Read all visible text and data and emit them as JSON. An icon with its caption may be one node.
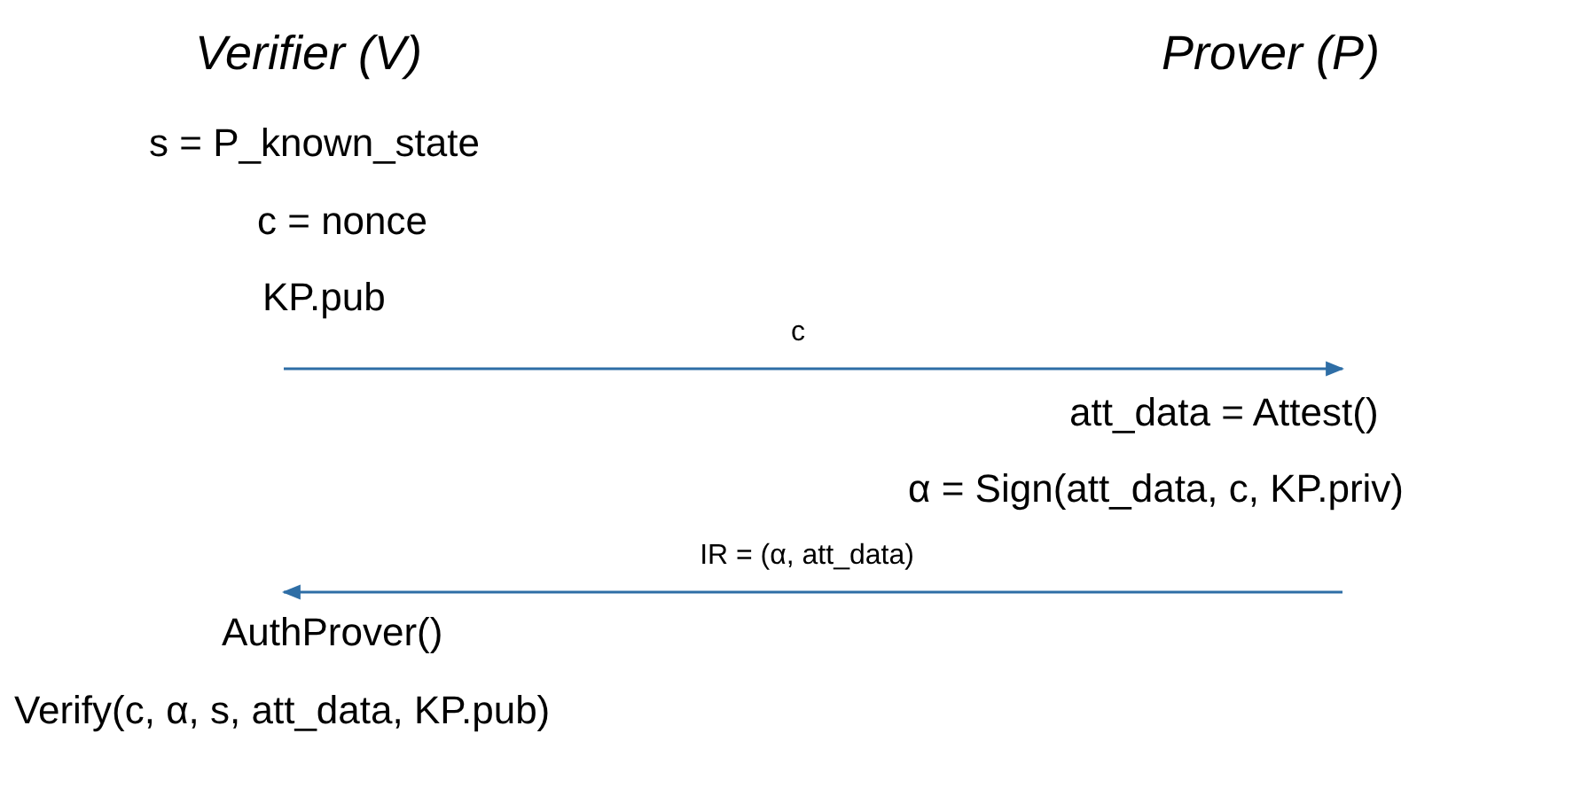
{
  "diagram": {
    "nodes": [
      {
        "text": [
          "att_data = Attest()"
        ]
      },
      {
        "text": [
          "AuthProver()"
        ]
      }
    ],
    "edges": [
      {
        "from": null,
        "to": 0,
        "arrow": "to",
        "label": "c"
      },
      {
        "from": null,
        "to": 1,
        "arrow": "to",
        "label": "IR = (α, att_data)"
      }
    ],
    "labels": [
      "Verifier (V)",
      "Prover (P)",
      "s = P_known_state",
      "c = nonce",
      "KP.pub",
      "α = Sign(att_data, c, KP.priv)",
      "Verify(c, α, s, att_data, KP.pub)"
    ]
  }
}
